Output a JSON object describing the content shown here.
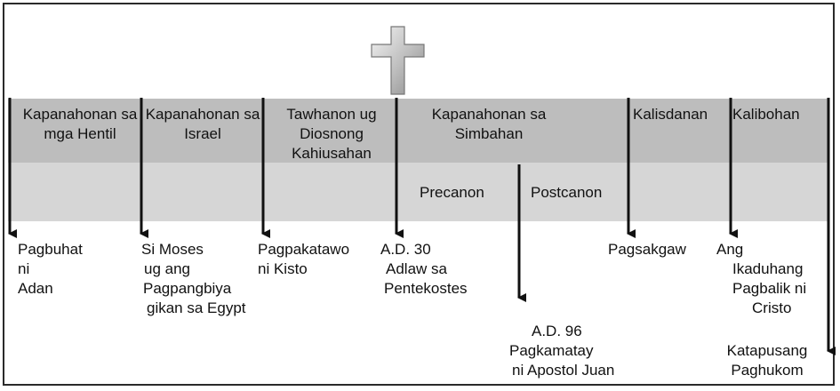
{
  "eras": [
    "Kapanahonan sa mga Hentil",
    "Kapanahonan sa Israel",
    "Tawhanon ug Diosnong Kahiusahan",
    "Kapanahonan sa Simbahan",
    "Kalisdanan",
    "Kalibohan"
  ],
  "subperiods": [
    "Precanon",
    "Postcanon"
  ],
  "events": [
    [
      "Pagbuhat",
      "ni",
      "Adan"
    ],
    [
      "Si Moses",
      "ug ang",
      "Pagpangbiya",
      "gikan sa Egypt"
    ],
    [
      "Pagpakatawo",
      "ni Kisto"
    ],
    [
      "A.D. 30",
      "Adlaw sa",
      "Pentekostes"
    ],
    [
      "A.D. 96",
      "Pagkamatay",
      "ni Apostol Juan"
    ],
    [
      "Pagsakgaw"
    ],
    [
      "Ang",
      "Ikaduhang",
      "Pagbalik ni",
      "Cristo"
    ],
    [
      "Katapusang",
      "Paghukom"
    ]
  ]
}
